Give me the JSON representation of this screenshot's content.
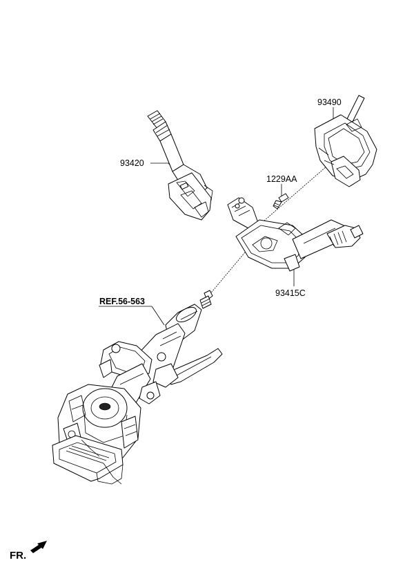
{
  "labels": {
    "wiper_switch": "93420",
    "clock_spring": "93490",
    "screw": "1229AA",
    "multifunction_switch": "93415C",
    "column_ref": "REF.56-563",
    "front": "FR."
  },
  "colors": {
    "line": "#000000",
    "background": "#ffffff"
  }
}
